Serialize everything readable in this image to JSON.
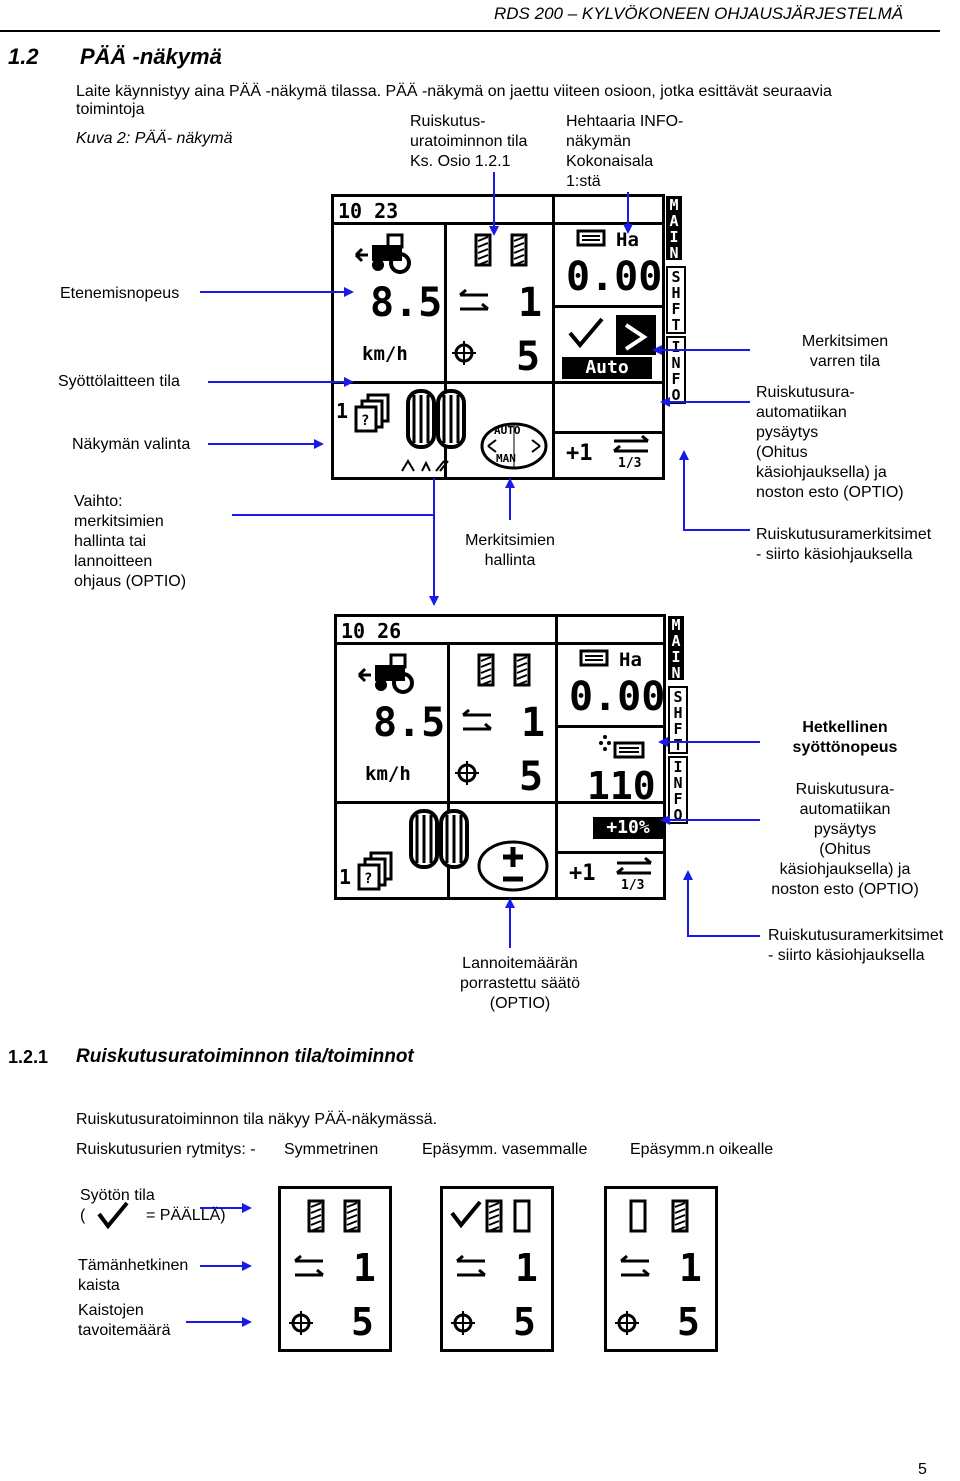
{
  "header": {
    "doc_title": "RDS 200 – KYLVÖKONEEN OHJAUSJÄRJESTELMÄ",
    "section_number": "1.2",
    "section_title": "PÄÄ -näkymä"
  },
  "intro": {
    "line1": "Laite käynnistyy aina PÄÄ -näkymä tilassa. PÄÄ -näkymä on jaettu viiteen osioon, jotka esittävät seuraavia",
    "line2": "toimintoja",
    "figure_caption": "Kuva 2: PÄÄ- näkymä"
  },
  "top_labels": {
    "tramline_1": "Ruiskutus-",
    "tramline_2": "uratoiminnon tila",
    "tramline_3": "Ks. Osio 1.2.1",
    "info_1": "Hehtaaria INFO-",
    "info_2": "näkymän",
    "info_3": "Kokonaisala",
    "info_4": "1:stä"
  },
  "left_labels": {
    "speed": "Etenemisnopeus",
    "feeder": "Syöttölaitteen tila",
    "view_select": "Näkymän valinta",
    "toggle_1": "Vaihto:",
    "toggle_2": "merkitsimien",
    "toggle_3": "hallinta tai",
    "toggle_4": "lannoitteen",
    "toggle_5": "ohjaus (OPTIO)"
  },
  "right_labels_1": {
    "marker_state_1": "Merkitsimen",
    "marker_state_2": "varren tila",
    "auto_1": "Ruiskutusura-",
    "auto_2": "automatiikan",
    "auto_3": "pysäytys",
    "auto_4": "(Ohitus",
    "auto_5": "käsiohjauksella) ja",
    "auto_6": "noston esto (OPTIO)",
    "shift_1": "Ruiskutusuramerkitsimet",
    "shift_2": "- siirto käsiohjauksella"
  },
  "middle_labels": {
    "markers_1": "Merkitsimien",
    "markers_2": "hallinta"
  },
  "right_labels_2": {
    "rate_1": "Hetkellinen",
    "rate_2": "syöttönopeus",
    "auto_1": "Ruiskutusura-",
    "auto_2": "automatiikan",
    "auto_3": "pysäytys",
    "auto_4": "(Ohitus",
    "auto_5": "käsiohjauksella) ja",
    "auto_6": "noston esto (OPTIO)",
    "shift_1": "Ruiskutusuramerkitsimet",
    "shift_2": "- siirto käsiohjauksella"
  },
  "bottom_middle": {
    "line1": "Lannoitemäärän",
    "line2": "porrastettu säätö",
    "line3": "(OPTIO)"
  },
  "screen1": {
    "time": "10 23",
    "speed": "8.5",
    "speed_unit": "km/h",
    "lane": "1",
    "target": "5",
    "ha_label": "Ha",
    "ha_value": "0.00",
    "auto_label": "Auto",
    "plus": "+1",
    "page": "1/3",
    "view": "1",
    "auto_small": "AUTO",
    "man_small": "MAN",
    "side_main": "MAIN",
    "side_shift": "SHFT",
    "side_info": "INFO"
  },
  "screen2": {
    "time": "10 26",
    "speed": "8.5",
    "speed_unit": "km/h",
    "lane": "1",
    "target": "5",
    "ha_label": "Ha",
    "ha_value": "0.00",
    "rate_value": "110",
    "rate_pct": "+10%",
    "plus": "+1",
    "page": "1/3",
    "view": "1",
    "side_main": "MAIN",
    "side_shift": "SHFT",
    "side_info": "INFO"
  },
  "section_121": {
    "number": "1.2.1",
    "title": "Ruiskutusuratoiminnon tila/toiminnot",
    "para": "Ruiskutusuratoiminnon tila näkyy PÄÄ-näkymässä.",
    "rhythm_label": "Ruiskutusurien rytmitys: -",
    "sym": "Symmetrinen",
    "asym_left": "Epäsymm. vasemmalle",
    "asym_right": "Epäsymm.n oikealle",
    "feed_state_1": "Syötön tila",
    "feed_state_2a": "(",
    "feed_state_2b": "= PÄÄLLÄ)",
    "current_lane_1": "Tämänhetkinen",
    "current_lane_2": "kaista",
    "lane_target_1": "Kaistojen",
    "lane_target_2": "tavoitemäärä",
    "panel_lane": "1",
    "panel_target": "5"
  },
  "footer": {
    "page_number": "5"
  }
}
